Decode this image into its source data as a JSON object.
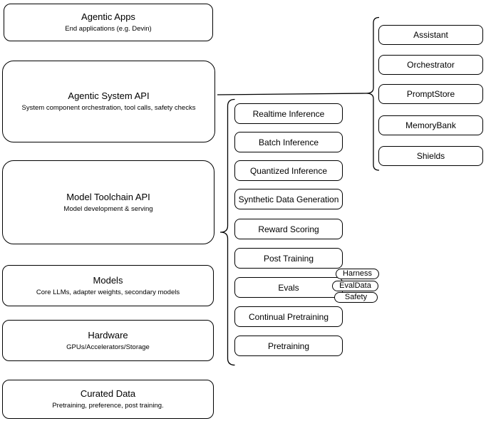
{
  "canvas": {
    "background": "#ffffff",
    "stroke_color": "#000000",
    "text_color": "#000000",
    "fill_color": "#ffffff"
  },
  "left_stack": [
    {
      "title": "Agentic Apps",
      "subtitle": "End applications (e.g. Devin)"
    },
    {
      "title": "Agentic System API",
      "subtitle": "System component orchestration, tool calls, safety checks"
    },
    {
      "title": "Model Toolchain API",
      "subtitle": "Model development & serving"
    },
    {
      "title": "Models",
      "subtitle": "Core LLMs, adapter weights, secondary models"
    },
    {
      "title": "Hardware",
      "subtitle": "GPUs/Accelerators/Storage"
    },
    {
      "title": "Curated Data",
      "subtitle": "Pretraining, preference, post training."
    }
  ],
  "toolchain_items": [
    "Realtime Inference",
    "Batch Inference",
    "Quantized Inference",
    "Synthetic Data Generation",
    "Reward Scoring",
    "Post Training",
    "Evals",
    "Continual Pretraining",
    "Pretraining"
  ],
  "eval_tags": [
    "Harness",
    "EvalData",
    "Safety"
  ],
  "system_components": [
    "Assistant",
    "Orchestrator",
    "PromptStore",
    "MemoryBank",
    "Shields"
  ]
}
